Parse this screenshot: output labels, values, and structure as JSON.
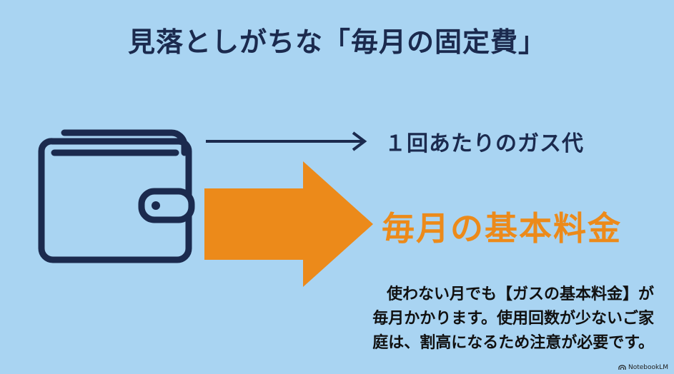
{
  "title": "見落としがちな「毎月の固定費」",
  "per_use_label": "１回あたりのガス代",
  "base_fee_label": "毎月の基本料金",
  "body_lines": [
    "使わない月でも【ガスの基本料金】が",
    "毎月かかります。使用回数が少ないご家",
    "庭は、割高になるため注意が必要です。"
  ],
  "watermark": "NotebookLM",
  "icons": {
    "wallet": "wallet-icon",
    "thin_arrow": "arrow-right-icon",
    "big_arrow": "big-arrow-right-icon"
  },
  "colors": {
    "background": "#a9d4f2",
    "navy": "#1b2a4e",
    "orange": "#ec8a1a",
    "text": "#111111"
  }
}
